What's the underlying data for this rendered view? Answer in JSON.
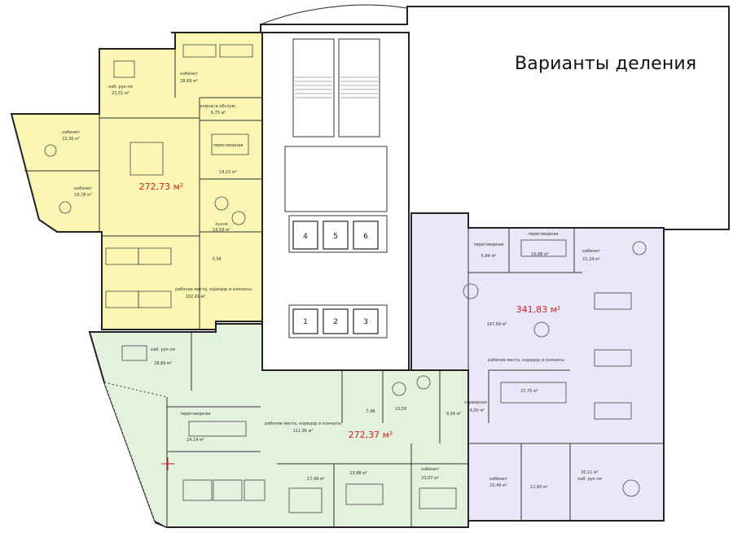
{
  "title": "Варианты деления",
  "colors": {
    "zone_yellow": "#fbf6b4",
    "zone_green": "#e3f2dc",
    "zone_violet": "#e9e8f8",
    "wall": "#1a1a1a",
    "accent_red": "#d21f1f"
  },
  "zones": [
    {
      "id": "yellow",
      "total_area": "272,73 м²"
    },
    {
      "id": "green",
      "total_area": "272,37 м²"
    },
    {
      "id": "violet",
      "total_area": "341,83 м²"
    }
  ],
  "rooms": [
    {
      "name": "каб. рук-ля",
      "area": "21,51 м²"
    },
    {
      "name": "кабинет",
      "area": "28,69 м²"
    },
    {
      "name": "комната обслуж.",
      "area": "6,75 м²"
    },
    {
      "name": "кабинет",
      "area": "22,36 м²"
    },
    {
      "name": "кабинет",
      "area": "16,78 м²"
    },
    {
      "name": "переговорная",
      "area": "18,10 м²"
    },
    {
      "name": "кухня",
      "area": "10,59 м²"
    },
    {
      "name": "",
      "area": "3,34"
    },
    {
      "name": "рабочие места, коридор и комнаты",
      "area": "102,41 м²"
    },
    {
      "name": "каб. рук-ля",
      "area": "28,89 м²"
    },
    {
      "name": "переговорная",
      "area": "24,14 м²"
    },
    {
      "name": "рабочие места, коридор и комнаты",
      "area": "111,95 м²"
    },
    {
      "name": "",
      "area": "17,99 м²"
    },
    {
      "name": "",
      "area": "23,88 м²"
    },
    {
      "name": "кабинет",
      "area": "23,07 м²"
    },
    {
      "name": "",
      "area": "7,48"
    },
    {
      "name": "",
      "area": "13,58"
    },
    {
      "name": "",
      "area": "9,34 м²"
    },
    {
      "name": "переговорная",
      "area": "5,84 м²"
    },
    {
      "name": "переговорная",
      "area": "16,88 м²"
    },
    {
      "name": "кабинет",
      "area": "21,24 м²"
    },
    {
      "name": "",
      "area": "147,69 м²"
    },
    {
      "name": "рабочие места, коридор и комнаты",
      "area": ""
    },
    {
      "name": "",
      "area": "22,75 м²"
    },
    {
      "name": "серверная",
      "area": "6,00 м²"
    },
    {
      "name": "кабинет",
      "area": "22,49 м²"
    },
    {
      "name": "",
      "area": "11,60 м²"
    },
    {
      "name": "каб. рук-ля",
      "area": "30,11 м²"
    }
  ],
  "elevators": [
    "1",
    "2",
    "3",
    "4",
    "5",
    "6"
  ]
}
